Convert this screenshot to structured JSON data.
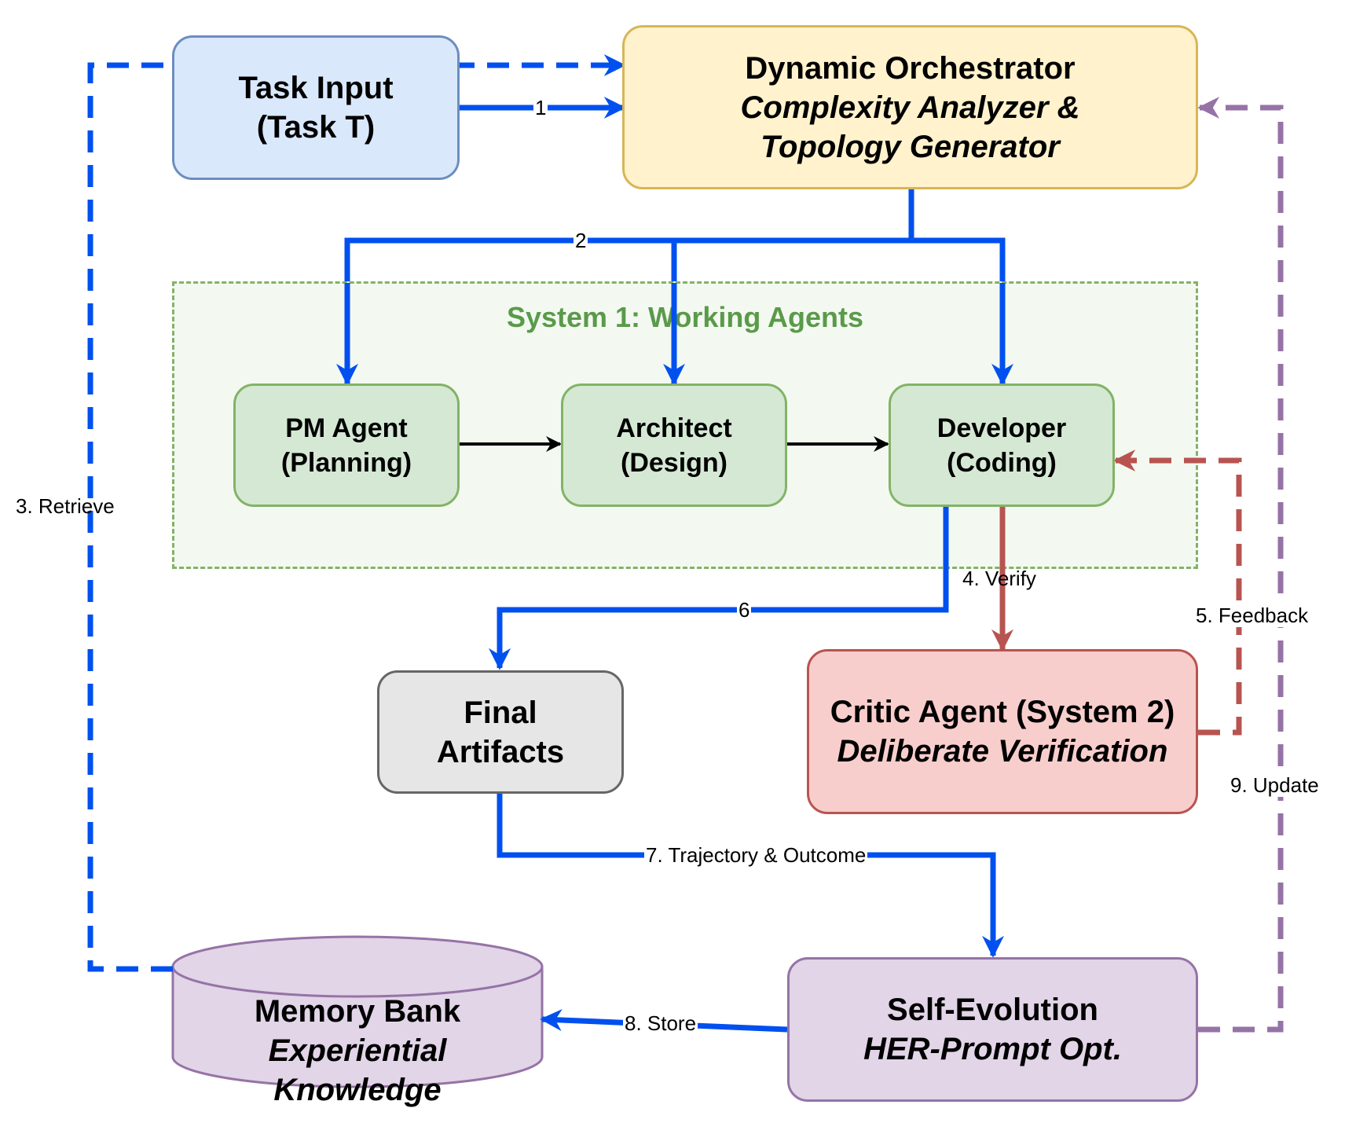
{
  "colors": {
    "blue_flow": "#0050ef",
    "red_flow": "#b85450",
    "purple_flow": "#9673a6",
    "black_flow": "#000000"
  },
  "nodes": {
    "task_input": {
      "line1": "Task Input",
      "line2": "(Task T)"
    },
    "orchestrator": {
      "title": "Dynamic Orchestrator",
      "sub1": "Complexity Analyzer &",
      "sub2": "Topology Generator"
    },
    "system1": {
      "title": "System 1: Working Agents"
    },
    "pm_agent": {
      "line1": "PM Agent",
      "line2": "(Planning)"
    },
    "architect": {
      "line1": "Architect",
      "line2": "(Design)"
    },
    "developer": {
      "line1": "Developer",
      "line2": "(Coding)"
    },
    "final_artifacts": {
      "line1": "Final",
      "line2": "Artifacts"
    },
    "critic": {
      "title": "Critic Agent (System 2)",
      "sub": "Deliberate Verification"
    },
    "self_evolution": {
      "title": "Self-Evolution",
      "sub": "HER-Prompt Opt."
    },
    "memory_bank": {
      "title": "Memory Bank",
      "sub1": "Experiential",
      "sub2": "Knowledge"
    }
  },
  "edges": {
    "e1": "1",
    "e2": "2",
    "e3": "3. Retrieve",
    "e4": "4. Verify",
    "e5": "5. Feedback",
    "e6": "6",
    "e7": "7. Trajectory & Outcome",
    "e8": "8. Store",
    "e9": "9. Update"
  }
}
